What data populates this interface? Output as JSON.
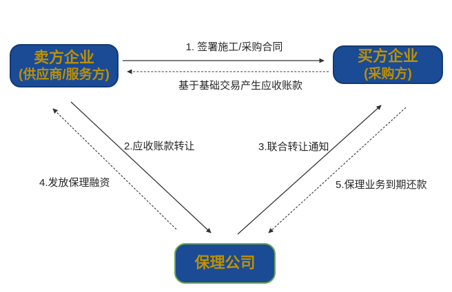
{
  "diagram": {
    "type": "flow-diagram",
    "nodes": {
      "seller": {
        "line1": "卖方企业",
        "line2": "(供应商/服务方)"
      },
      "buyer": {
        "line1": "买方企业",
        "line2": "(采购方)"
      },
      "factor": {
        "line1": "保理公司"
      }
    },
    "edges": {
      "e1": {
        "label": "1. 签署施工/采购合同",
        "from": "seller",
        "to": "buyer",
        "style": "solid"
      },
      "e2": {
        "label": "基于基础交易产生应收账款",
        "from": "buyer",
        "to": "seller",
        "style": "dashed"
      },
      "e3": {
        "label": "2.应收账款转让",
        "from": "seller",
        "to": "factor",
        "style": "solid"
      },
      "e4": {
        "label": "3.联合转让通知",
        "from": "factor",
        "to": "buyer",
        "style": "solid"
      },
      "e5": {
        "label": "4.发放保理融资",
        "from": "factor",
        "to": "seller",
        "style": "dashed"
      },
      "e6": {
        "label": "5.保理业务到期还款",
        "from": "buyer",
        "to": "factor",
        "style": "dashed"
      }
    },
    "colors": {
      "node_fill": "#1A4B94",
      "node_border": "#123A75",
      "factor_border": "#6FA84F",
      "node_text": "#BF9000",
      "arrow": "#333333",
      "label_text": "#262626"
    }
  }
}
